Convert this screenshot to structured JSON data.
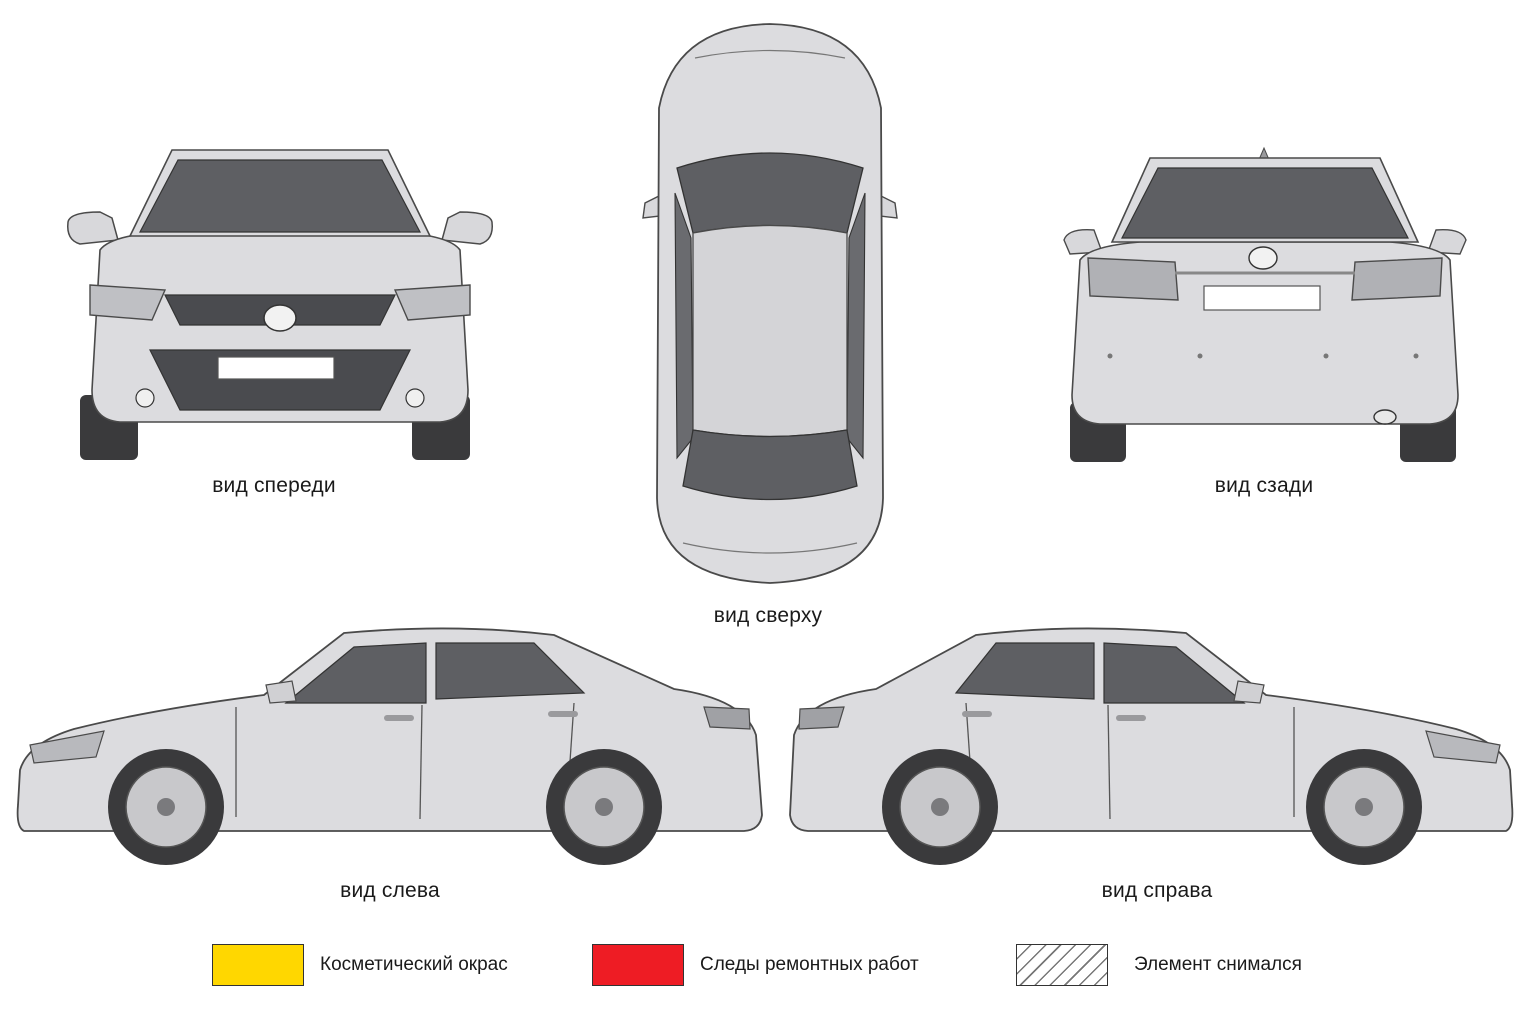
{
  "views": {
    "front": {
      "caption": "вид спереди"
    },
    "top": {
      "caption": "вид сверху"
    },
    "rear": {
      "caption": "вид сзади"
    },
    "left": {
      "caption": "вид слева"
    },
    "right": {
      "caption": "вид справа"
    }
  },
  "legend": [
    {
      "label": "Косметический окрас",
      "color": "#FFD700",
      "pattern": "solid"
    },
    {
      "label": "Следы  ремонтных работ",
      "color": "#EE1C24",
      "pattern": "solid"
    },
    {
      "label": "Элемент снимался",
      "color": "#ffffff",
      "pattern": "hatch"
    }
  ],
  "colors": {
    "body": "#dcdcdf",
    "glass": "#5e5f63",
    "tire": "#3a3a3c",
    "outline": "#4a4a4a"
  }
}
